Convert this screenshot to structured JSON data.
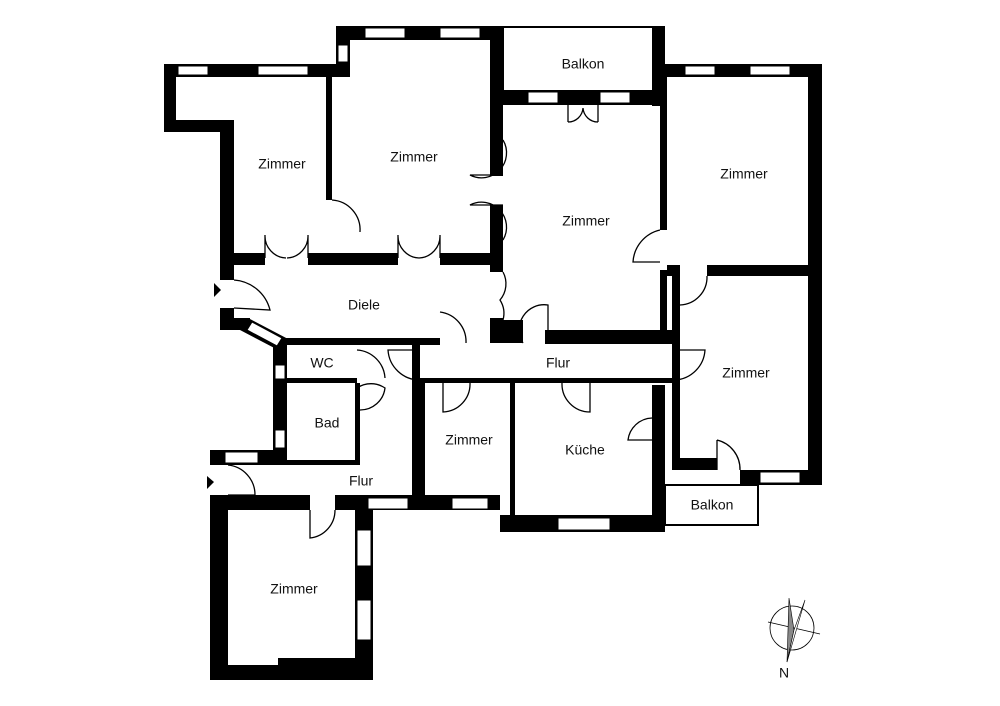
{
  "rooms": {
    "zimmer_1": "Zimmer",
    "zimmer_2": "Zimmer",
    "balkon_top": "Balkon",
    "zimmer_3": "Zimmer",
    "zimmer_4": "Zimmer",
    "diele": "Diele",
    "flur_main": "Flur",
    "zimmer_5": "Zimmer",
    "wc": "WC",
    "bad": "Bad",
    "zimmer_6": "Zimmer",
    "kueche": "Küche",
    "flur_lower": "Flur",
    "balkon_bottom": "Balkon",
    "zimmer_7": "Zimmer"
  },
  "compass": {
    "label": "N"
  }
}
